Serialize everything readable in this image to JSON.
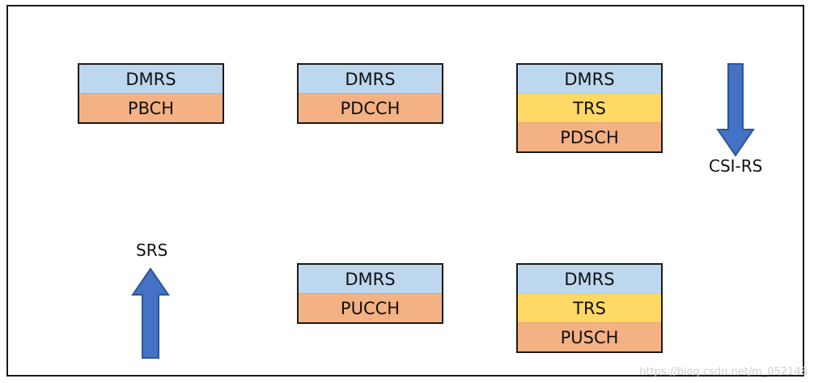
{
  "blocks": {
    "pbch": {
      "dmrs": "DMRS",
      "data": "PBCH"
    },
    "pdcch": {
      "dmrs": "DMRS",
      "data": "PDCCH"
    },
    "pdsch": {
      "dmrs": "DMRS",
      "trs": "TRS",
      "data": "PDSCH"
    },
    "pucch": {
      "dmrs": "DMRS",
      "data": "PUCCH"
    },
    "pusch": {
      "dmrs": "DMRS",
      "trs": "TRS",
      "data": "PUSCH"
    }
  },
  "arrows": {
    "csi_rs": {
      "label": "CSI-RS",
      "direction": "down"
    },
    "srs": {
      "label": "SRS",
      "direction": "up"
    }
  },
  "colors": {
    "dmrs": "#bdd7ee",
    "data": "#f4b183",
    "trs": "#ffd966",
    "arrow": "#4472c4",
    "arrow_outline": "#2f5597"
  },
  "watermark": "https://blog.csdn.net/m_052148"
}
